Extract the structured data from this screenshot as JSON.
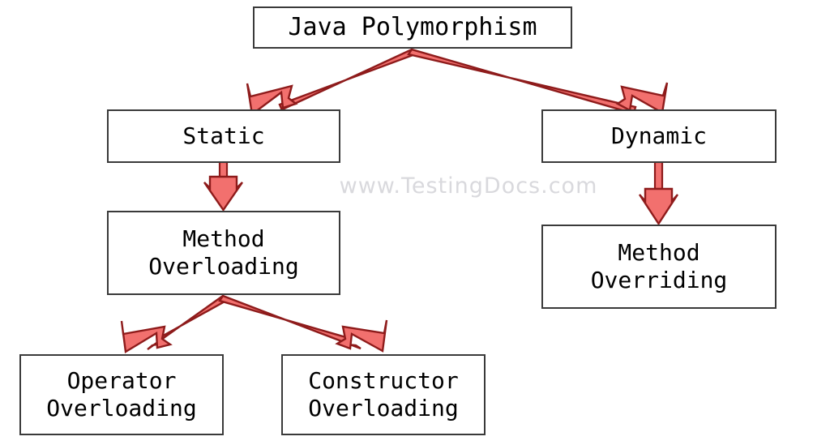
{
  "diagram": {
    "title": "Java Polymorphism",
    "watermark": "www.TestingDocs.com",
    "colors": {
      "box_border": "#3a3a3a",
      "box_fill": "#ffffff",
      "arrow_fill": "#f2706e",
      "arrow_stroke": "#8e1b1b",
      "text": "#000000",
      "watermark": "#d9d9dd",
      "background": "#ffffff"
    },
    "nodes": [
      {
        "id": "root",
        "label": "Java Polymorphism"
      },
      {
        "id": "static",
        "label": "Static"
      },
      {
        "id": "dynamic",
        "label": "Dynamic"
      },
      {
        "id": "method-overloading",
        "label": "Method\nOverloading"
      },
      {
        "id": "method-overriding",
        "label": "Method\nOverriding"
      },
      {
        "id": "operator-overloading",
        "label": "Operator\nOverloading"
      },
      {
        "id": "constructor-overloading",
        "label": "Constructor\nOverloading"
      }
    ],
    "edges": [
      {
        "id": "root-to-static",
        "from": "root",
        "to": "static"
      },
      {
        "id": "root-to-dynamic",
        "from": "root",
        "to": "dynamic"
      },
      {
        "id": "static-to-method-overloading",
        "from": "static",
        "to": "method-overloading"
      },
      {
        "id": "dynamic-to-method-overriding",
        "from": "dynamic",
        "to": "method-overriding"
      },
      {
        "id": "method-overloading-to-operator-overloading",
        "from": "method-overloading",
        "to": "operator-overloading"
      },
      {
        "id": "method-overloading-to-constructor-overloading",
        "from": "method-overloading",
        "to": "constructor-overloading"
      }
    ]
  }
}
